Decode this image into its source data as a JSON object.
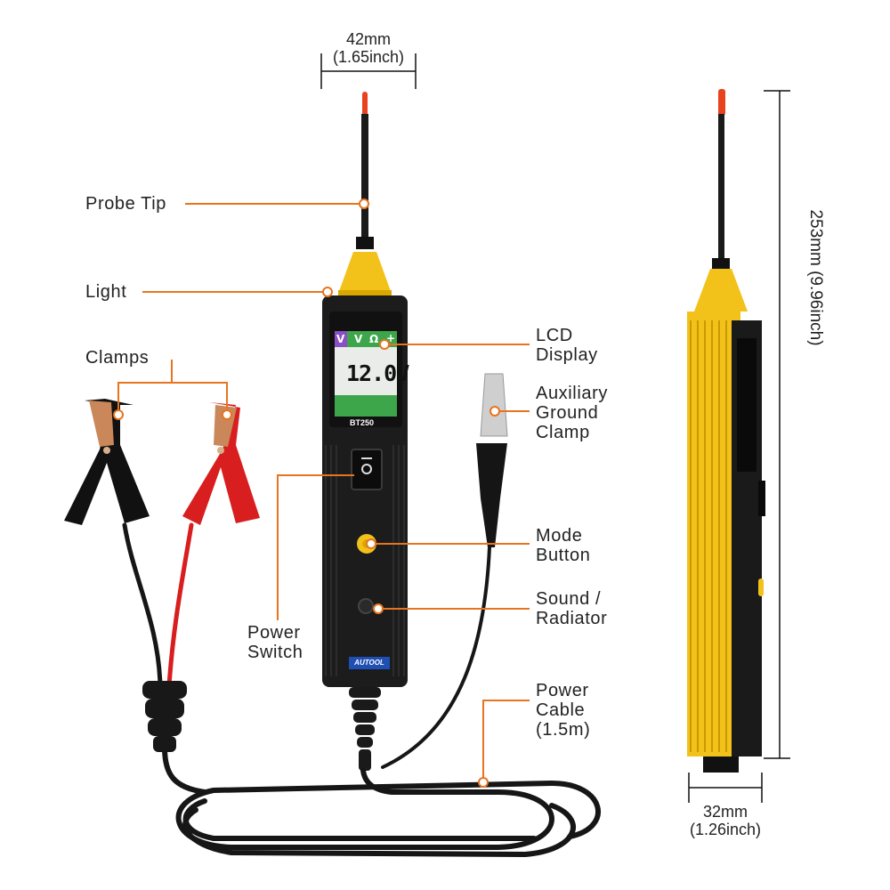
{
  "labels": {
    "probe_tip": "Probe Tip",
    "light": "Light",
    "clamps": "Clamps",
    "lcd_display": [
      "LCD",
      "Display"
    ],
    "aux_ground_clamp": [
      "Auxiliary",
      "Ground",
      "Clamp"
    ],
    "mode_button": [
      "Mode",
      "Button"
    ],
    "sound_radiator": [
      "Sound /",
      "Radiator"
    ],
    "power_switch": [
      "Power",
      "Switch"
    ],
    "power_cable": [
      "Power",
      "Cable",
      "(1.5m)"
    ]
  },
  "dimensions": {
    "width_top": [
      "42mm",
      "(1.65inch)"
    ],
    "length_side": "253mm (9.96inch)",
    "depth_bottom": [
      "32mm",
      "(1.26inch)"
    ]
  },
  "device": {
    "lcd_modes": [
      "V",
      "V",
      "Ω",
      "+"
    ],
    "lcd_value": "12.0V",
    "model": "BT250",
    "brand": "AUTOOL"
  },
  "colors": {
    "accent": "#e8741e",
    "body_black": "#1c1c1c",
    "housing_yellow": "#f2c21a",
    "probe_red": "#e8421f",
    "clamp_red": "#d81e1e",
    "lcd_green": "#3da64a",
    "mode_purple": "#8a4fc4"
  }
}
